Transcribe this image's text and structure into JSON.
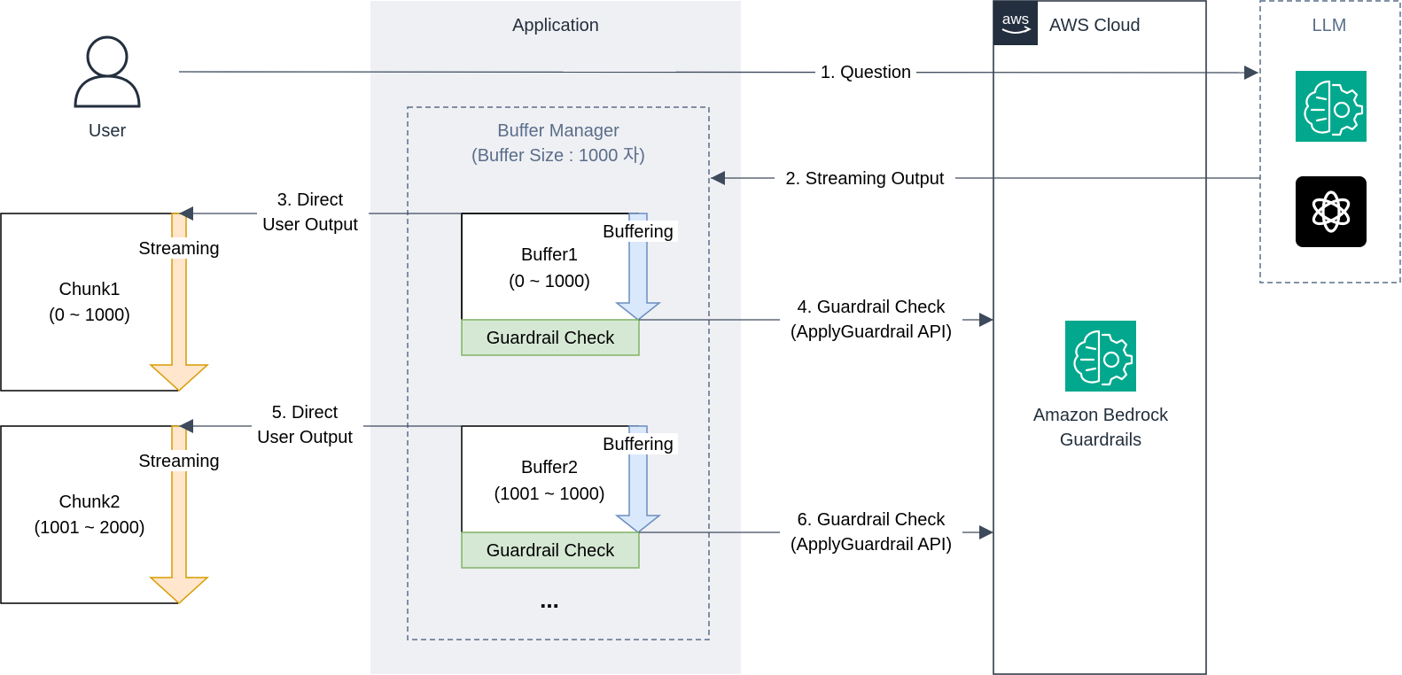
{
  "groups": {
    "application": "Application",
    "aws_cloud": "AWS Cloud",
    "llm": "LLM",
    "buffer_manager_title": "Buffer Manager",
    "buffer_manager_size": "(Buffer Size : 1000 자)",
    "aws_logo_text": "aws"
  },
  "actors": {
    "user": "User",
    "guardrails_line1": "Amazon Bedrock",
    "guardrails_line2": "Guardrails"
  },
  "chunks": [
    {
      "name": "Chunk1",
      "range": "(0 ~ 1000)",
      "stream_label": "Streaming"
    },
    {
      "name": "Chunk2",
      "range": "(1001 ~ 2000)",
      "stream_label": "Streaming"
    }
  ],
  "buffers": [
    {
      "name": "Buffer1",
      "range": "(0 ~ 1000)",
      "buffering_label": "Buffering",
      "check_label": "Guardrail Check"
    },
    {
      "name": "Buffer2",
      "range": "(1001 ~ 1000)",
      "buffering_label": "Buffering",
      "check_label": "Guardrail Check"
    }
  ],
  "ellipsis": "...",
  "steps": {
    "s1": "1. Question",
    "s2": "2. Streaming Output",
    "s3_line1": "3. Direct",
    "s3_line2": "User Output",
    "s4_line1": "4. Guardrail Check",
    "s4_line2": "(ApplyGuardrail API)",
    "s5_line1": "5. Direct",
    "s5_line2": "User Output",
    "s6_line1": "6. Guardrail Check",
    "s6_line2": "(ApplyGuardrail API)"
  },
  "colors": {
    "application_bg": "#eff0f4",
    "buffer_manager_border": "#5a6e8a",
    "guardrail_fill": "#d5e8d4",
    "guardrail_border": "#82b366",
    "buffering_arrow_fill": "#dae8fc",
    "buffering_arrow_border": "#6c8ebf",
    "streaming_arrow_fill": "#ffe6cc",
    "streaming_arrow_border": "#d79b00",
    "ai_icon_green": "#01a88d",
    "openai_black": "#000000",
    "aws_dark": "#232f3e"
  },
  "icons": [
    "user-icon",
    "aws-logo-icon",
    "bedrock-brain-icon",
    "openai-icon"
  ]
}
